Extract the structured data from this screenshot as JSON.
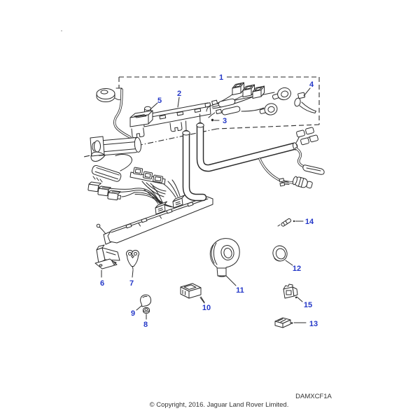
{
  "colors": {
    "accent": "#2438c8",
    "line": "#2b2b2b",
    "text": "#333333",
    "background": "#ffffff"
  },
  "callouts": {
    "1": "1",
    "2": "2",
    "3": "3",
    "4": "4",
    "5": "5",
    "6": "6",
    "7": "7",
    "8": "8",
    "9": "9",
    "10": "10",
    "11": "11",
    "12": "12",
    "13": "13",
    "14": "14",
    "15": "15"
  },
  "footer": {
    "drawing_code": "DAMXCF1A",
    "copyright": "© Copyright, 2016. Jaguar Land Rover Limited."
  }
}
